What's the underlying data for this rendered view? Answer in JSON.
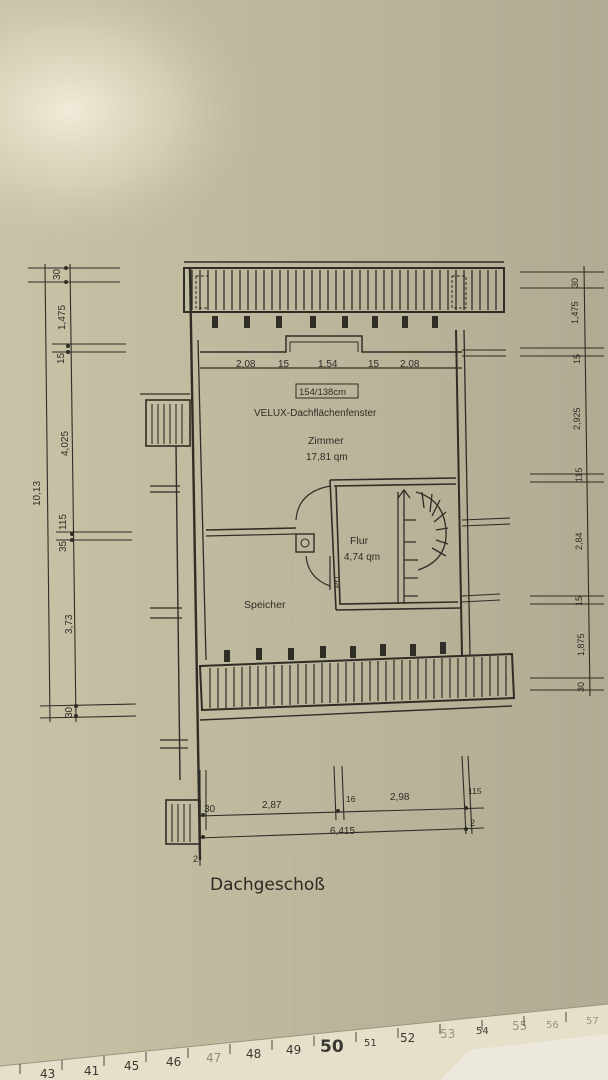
{
  "title": "Dachgeschoß",
  "rooms": {
    "zimmer": {
      "name": "Zimmer",
      "area": "17,81 qm"
    },
    "flur": {
      "name": "Flur",
      "area": "4,74 qm"
    },
    "speicher": {
      "name": "Speicher"
    },
    "prt": "PrT"
  },
  "window": {
    "label": "VELUX-Dachflächenfenster",
    "size": "154/138cm",
    "dims": [
      "2,08",
      "15",
      "1,54",
      "15",
      "2,08"
    ]
  },
  "dims_left": {
    "total": "10,13",
    "d1": "30",
    "d2": "1,475",
    "d3": "15",
    "d4": "4,025",
    "d5": "115",
    "d6": "35",
    "d7": "3,73",
    "d8": "30"
  },
  "dims_right": {
    "d1": "30",
    "d2": "1,475",
    "d3": "15",
    "d4": "2,925",
    "d5": "115",
    "d6": "2,84",
    "d7": "15",
    "d8": "1,875",
    "d9": "30"
  },
  "dims_bottom": {
    "d1": "30",
    "d2": "2,87",
    "d3": "16",
    "d4": "2,98",
    "d5": "115",
    "total": "6,415",
    "end_left": "2",
    "end_right": "2"
  },
  "ruler": [
    "43",
    "41",
    "45",
    "46",
    "47",
    "48",
    "49",
    "50",
    "51",
    "52",
    "53",
    "54",
    "55",
    "56",
    "57"
  ]
}
